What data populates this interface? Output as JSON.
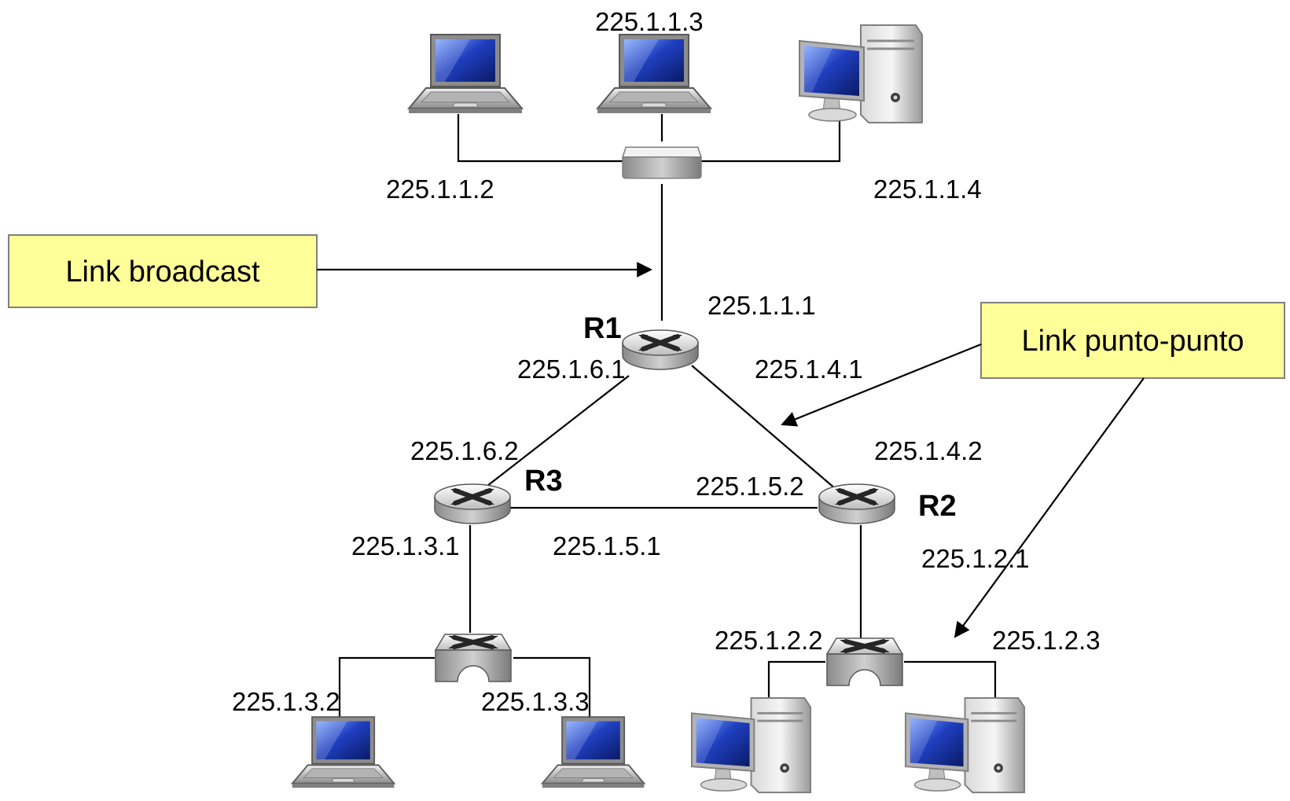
{
  "routers": {
    "r1": "R1",
    "r2": "R2",
    "r3": "R3"
  },
  "addresses": {
    "h_1_1_3": "225.1.1.3",
    "h_1_1_2": "225.1.1.2",
    "h_1_1_4": "225.1.1.4",
    "r1_1_1_1": "225.1.1.1",
    "r1_1_6_1": "225.1.6.1",
    "r1_1_4_1": "225.1.4.1",
    "r3_1_6_2": "225.1.6.2",
    "r2_1_4_2": "225.1.4.2",
    "r2_1_5_2": "225.1.5.2",
    "r3_1_3_1": "225.1.3.1",
    "r3_1_5_1": "225.1.5.1",
    "r2_1_2_1": "225.1.2.1",
    "h_1_2_2": "225.1.2.2",
    "h_1_2_3": "225.1.2.3",
    "h_1_3_2": "225.1.3.2",
    "h_1_3_3": "225.1.3.3"
  },
  "callouts": {
    "broadcast": "Link broadcast",
    "point_to_point": "Link punto-punto"
  },
  "colors": {
    "callout_fill": "#ffff99",
    "callout_border": "#7f7f7f",
    "screen_blue": "#1f3fbf",
    "device_gray": "#a6a6a6"
  }
}
